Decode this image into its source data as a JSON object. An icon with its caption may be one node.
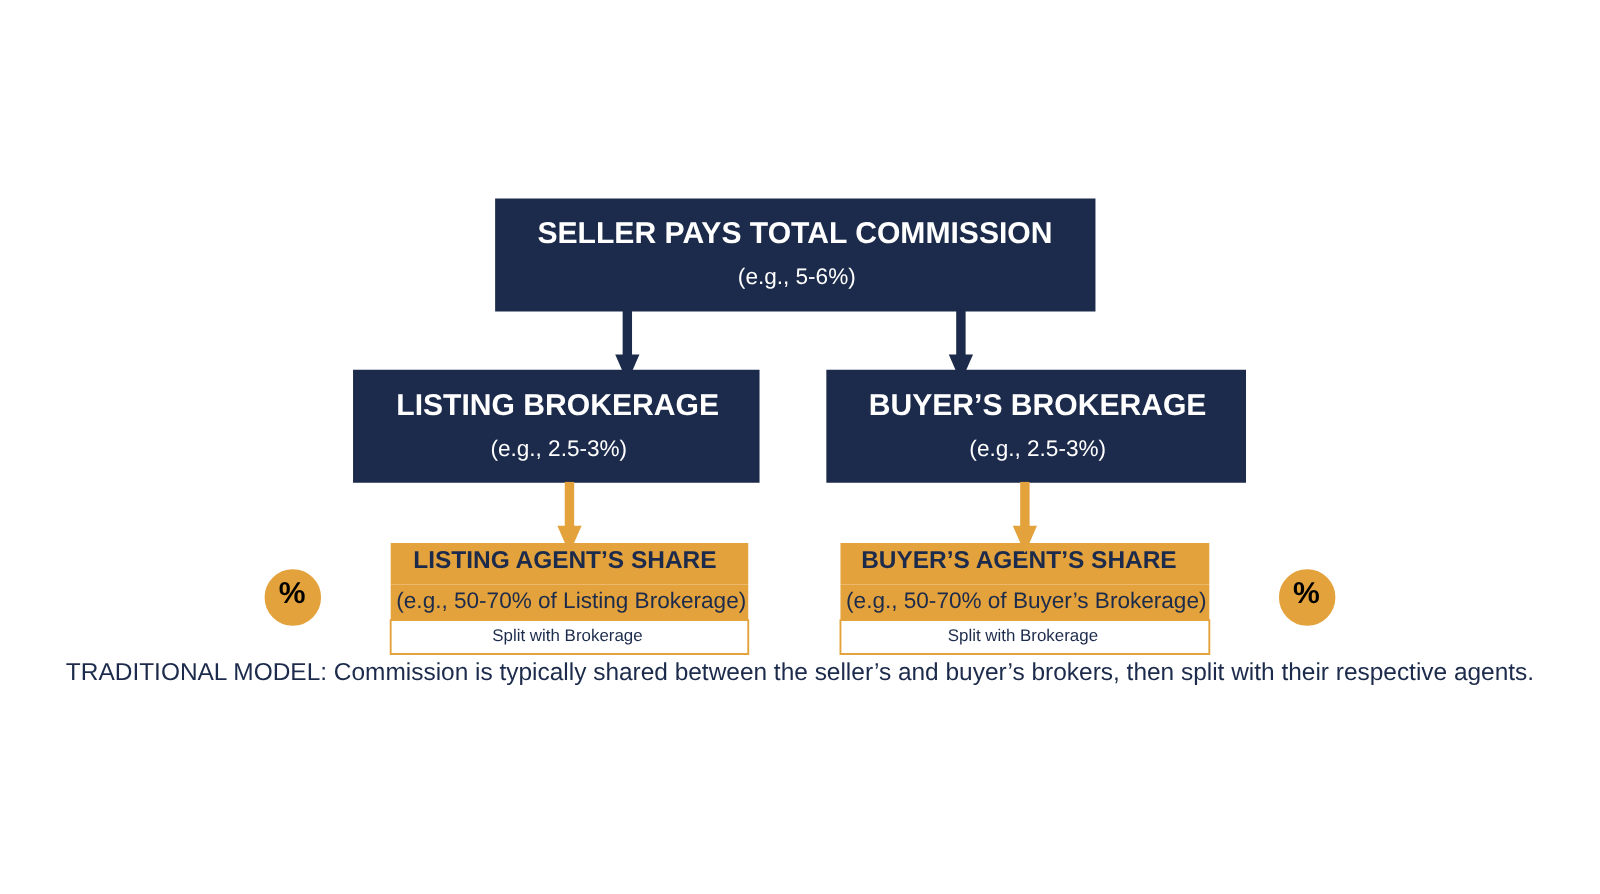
{
  "diagram": {
    "caption": "TRADITIONAL MODEL: Commission is typically shared between the seller’s and buyer’s brokers, then split with their respective agents.",
    "nodes": [
      {
        "text": [
          "SELLER PAYS TOTAL COMMISSION",
          "(e.g., 5-6%)"
        ]
      },
      {
        "text": [
          "LISTING BROKERAGE",
          "(e.g., 2.5-3%)"
        ]
      },
      {
        "text": [
          "BUYER’S BROKERAGE",
          "(e.g., 2.5-3%)"
        ]
      },
      {
        "text": [
          "%"
        ]
      },
      {
        "text": [
          "LISTING AGENT’S SHARE",
          "(e.g., 50-70% of Listing Brokerage)",
          "Split with Brokerage"
        ]
      },
      {
        "text": [
          "BUYER’S AGENT’S SHARE",
          "(e.g., 50-70% of Buyer’s Brokerage)",
          "Split with Brokerage"
        ]
      },
      {
        "text": [
          "%"
        ]
      }
    ],
    "edges": [
      {
        "from": 0,
        "to": 1,
        "arrow": "to"
      },
      {
        "from": 0,
        "to": 2,
        "arrow": "to"
      },
      {
        "from": 1,
        "to": 4,
        "arrow": "to",
        "color": "#e3a23b"
      },
      {
        "from": 2,
        "to": 5,
        "arrow": "to",
        "color": "#e3a23b"
      }
    ]
  }
}
